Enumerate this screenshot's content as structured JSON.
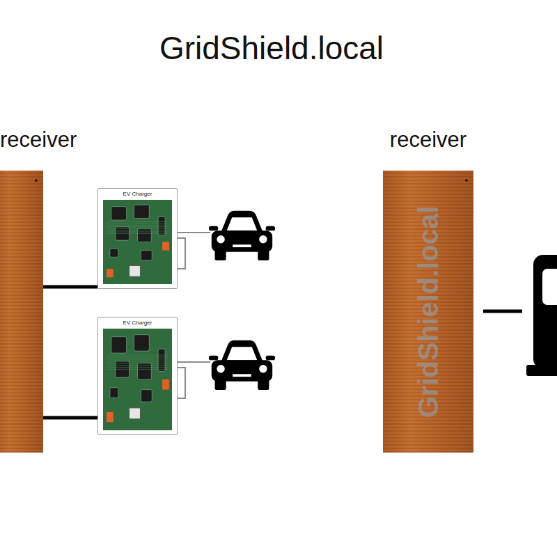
{
  "diagram": {
    "title": "GridShield.local",
    "nodes": [
      {
        "text": [
          "receiver"
        ]
      },
      {
        "text": [
          "EV Charger"
        ]
      },
      {
        "text": [
          "EV Charger"
        ]
      },
      {
        "text": [
          "receiver",
          "GridShield.local"
        ]
      }
    ],
    "edges": [
      {
        "from": 0,
        "to": 1,
        "arrow": "none"
      },
      {
        "from": 0,
        "to": 2,
        "arrow": "none"
      }
    ]
  }
}
